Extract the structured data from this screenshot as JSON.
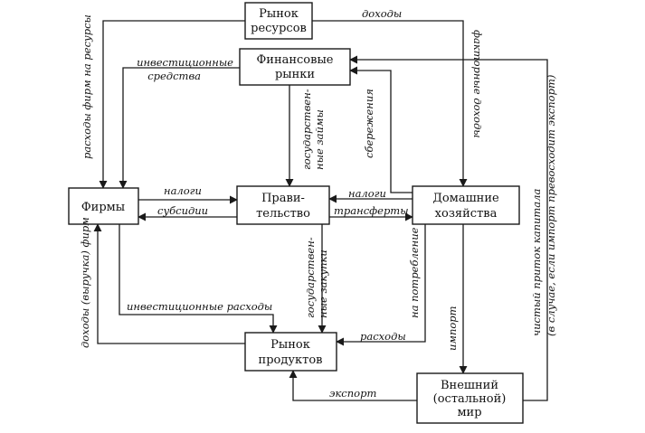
{
  "nodes": {
    "resource_market": [
      "Рынок",
      "ресурсов"
    ],
    "financial_markets": [
      "Финансовые",
      "рынки"
    ],
    "firms": [
      "Фирмы"
    ],
    "government": [
      "Прави-",
      "тельство"
    ],
    "households": [
      "Домашние",
      "хозяйства"
    ],
    "product_market": [
      "Рынок",
      "продуктов"
    ],
    "foreign_world": [
      "Внешний",
      "(остальной)",
      "мир"
    ]
  },
  "labels": {
    "income": "доходы",
    "factor_payments": "факторные доходы",
    "firm_resource_spending": "расходы фирм на ресурсы",
    "investment_funds": [
      "инвестиционные",
      "средства"
    ],
    "gov_loans": [
      "государствен-",
      "ные займы"
    ],
    "savings": "сбережения",
    "taxes_firms": "налоги",
    "subsidies": "субсидии",
    "taxes_households": "налоги",
    "transfers": "трансферты",
    "net_capital_inflow": [
      "чистый приток капитала",
      "(в случае, если импорт превосходит экспорт)"
    ],
    "firm_revenue": "доходы (выручка) фирм",
    "gov_purchases": [
      "государствен-",
      "ные закупки"
    ],
    "consumption": "на потребление",
    "investment_spending": "инвестиционные расходы",
    "spending": "расходы",
    "imports": "импорт",
    "exports": "экспорт"
  }
}
